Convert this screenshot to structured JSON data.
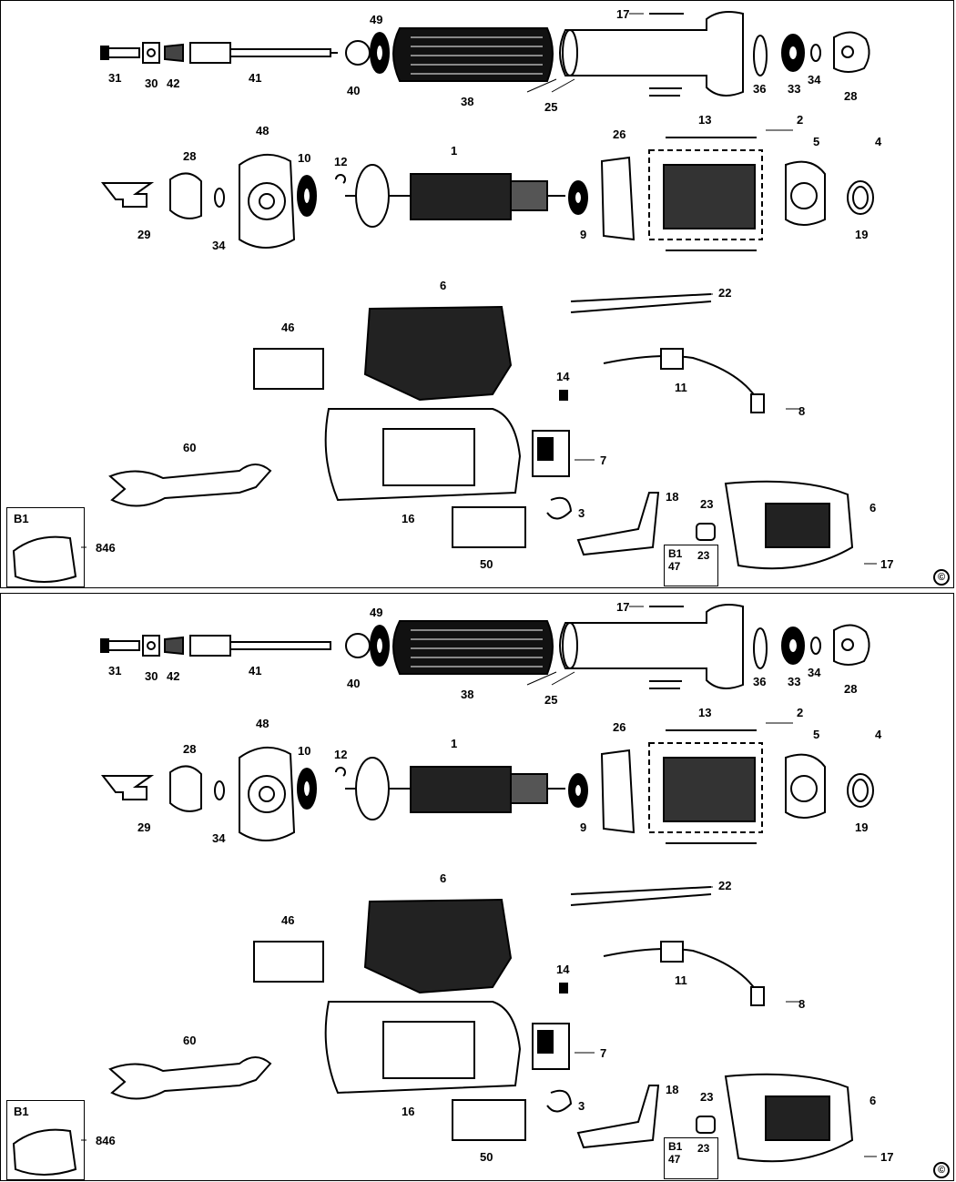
{
  "diagram": {
    "parts": {
      "p31": "31",
      "p30": "30",
      "p42": "42",
      "p41": "41",
      "p40": "40",
      "p49": "49",
      "p38": "38",
      "p25": "25",
      "p17": "17",
      "p36": "36",
      "p33": "33",
      "p34": "34",
      "p28": "28",
      "p48": "48",
      "p10": "10",
      "p12": "12",
      "p1": "1",
      "p26": "26",
      "p13": "13",
      "p2": "2",
      "p5": "5",
      "p4": "4",
      "p29": "29",
      "p9": "9",
      "p19": "19",
      "p6": "6",
      "p22": "22",
      "p46": "46",
      "p14": "14",
      "p11": "11",
      "p8": "8",
      "p7": "7",
      "p60": "60",
      "p16": "16",
      "p3": "3",
      "p18": "18",
      "p23": "23",
      "p50": "50",
      "p846": "846",
      "p47": "47"
    },
    "box_label": "B1",
    "copyright_symbol": "©"
  },
  "colors": {
    "ink": "#000000",
    "paper": "#ffffff"
  }
}
